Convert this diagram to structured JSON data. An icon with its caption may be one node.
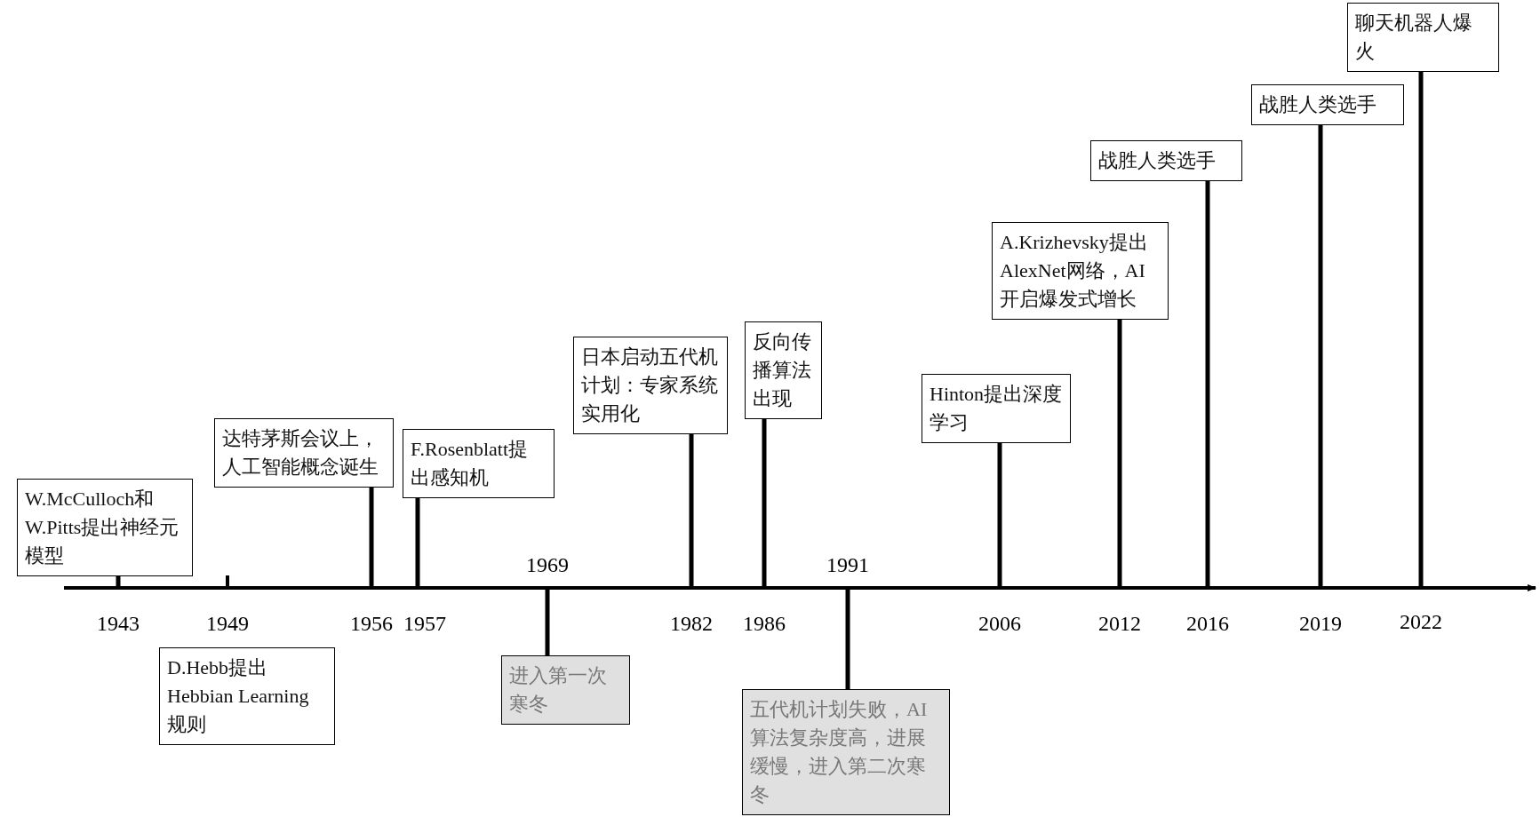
{
  "diagram": {
    "nodes": [
      {
        "text": [
          "W.McCulloch和W.Pitts提出神经元模型"
        ]
      },
      {
        "text": [
          "D.Hebb提出Hebbian Learning规则"
        ]
      },
      {
        "text": [
          "达特茅斯会议上，人工智能概念诞生"
        ]
      },
      {
        "text": [
          "F.Rosenblatt提出感知机"
        ]
      },
      {
        "text": [
          "进入第一次寒冬"
        ]
      },
      {
        "text": [
          "日本启动五代机计划：专家系统实用化"
        ]
      },
      {
        "text": [
          "反向传播算法出现"
        ]
      },
      {
        "text": [
          "五代机计划失败，AI算法复杂度高，进展缓慢，进入第二次寒冬"
        ]
      },
      {
        "text": [
          "Hinton提出深度学习"
        ]
      },
      {
        "text": [
          "A.Krizhevsky提出AlexNet网络，AI开启爆发式增长"
        ]
      },
      {
        "text": [
          "战胜人类选手"
        ]
      },
      {
        "text": [
          "战胜人类选手"
        ]
      },
      {
        "text": [
          "聊天机器人爆火"
        ]
      }
    ],
    "edges": [
      {
        "from": 0,
        "to": null,
        "arrow": "none"
      },
      {
        "from": 2,
        "to": null,
        "arrow": "none"
      },
      {
        "from": 3,
        "to": null,
        "arrow": "none"
      },
      {
        "from": 4,
        "to": null,
        "arrow": "none"
      },
      {
        "from": 5,
        "to": null,
        "arrow": "none"
      },
      {
        "from": 6,
        "to": null,
        "arrow": "none"
      },
      {
        "from": 7,
        "to": null,
        "arrow": "none"
      },
      {
        "from": 8,
        "to": null,
        "arrow": "none"
      },
      {
        "from": 9,
        "to": null,
        "arrow": "none"
      },
      {
        "from": 10,
        "to": null,
        "arrow": "none"
      },
      {
        "from": 11,
        "to": null,
        "arrow": "none"
      },
      {
        "from": 12,
        "to": null,
        "arrow": "none"
      }
    ],
    "labels": [
      "1969",
      "1991",
      "1943",
      "1949",
      "1956",
      "1957",
      "1982",
      "1986",
      "2006",
      "2012",
      "2016",
      "2019",
      "2022"
    ]
  }
}
